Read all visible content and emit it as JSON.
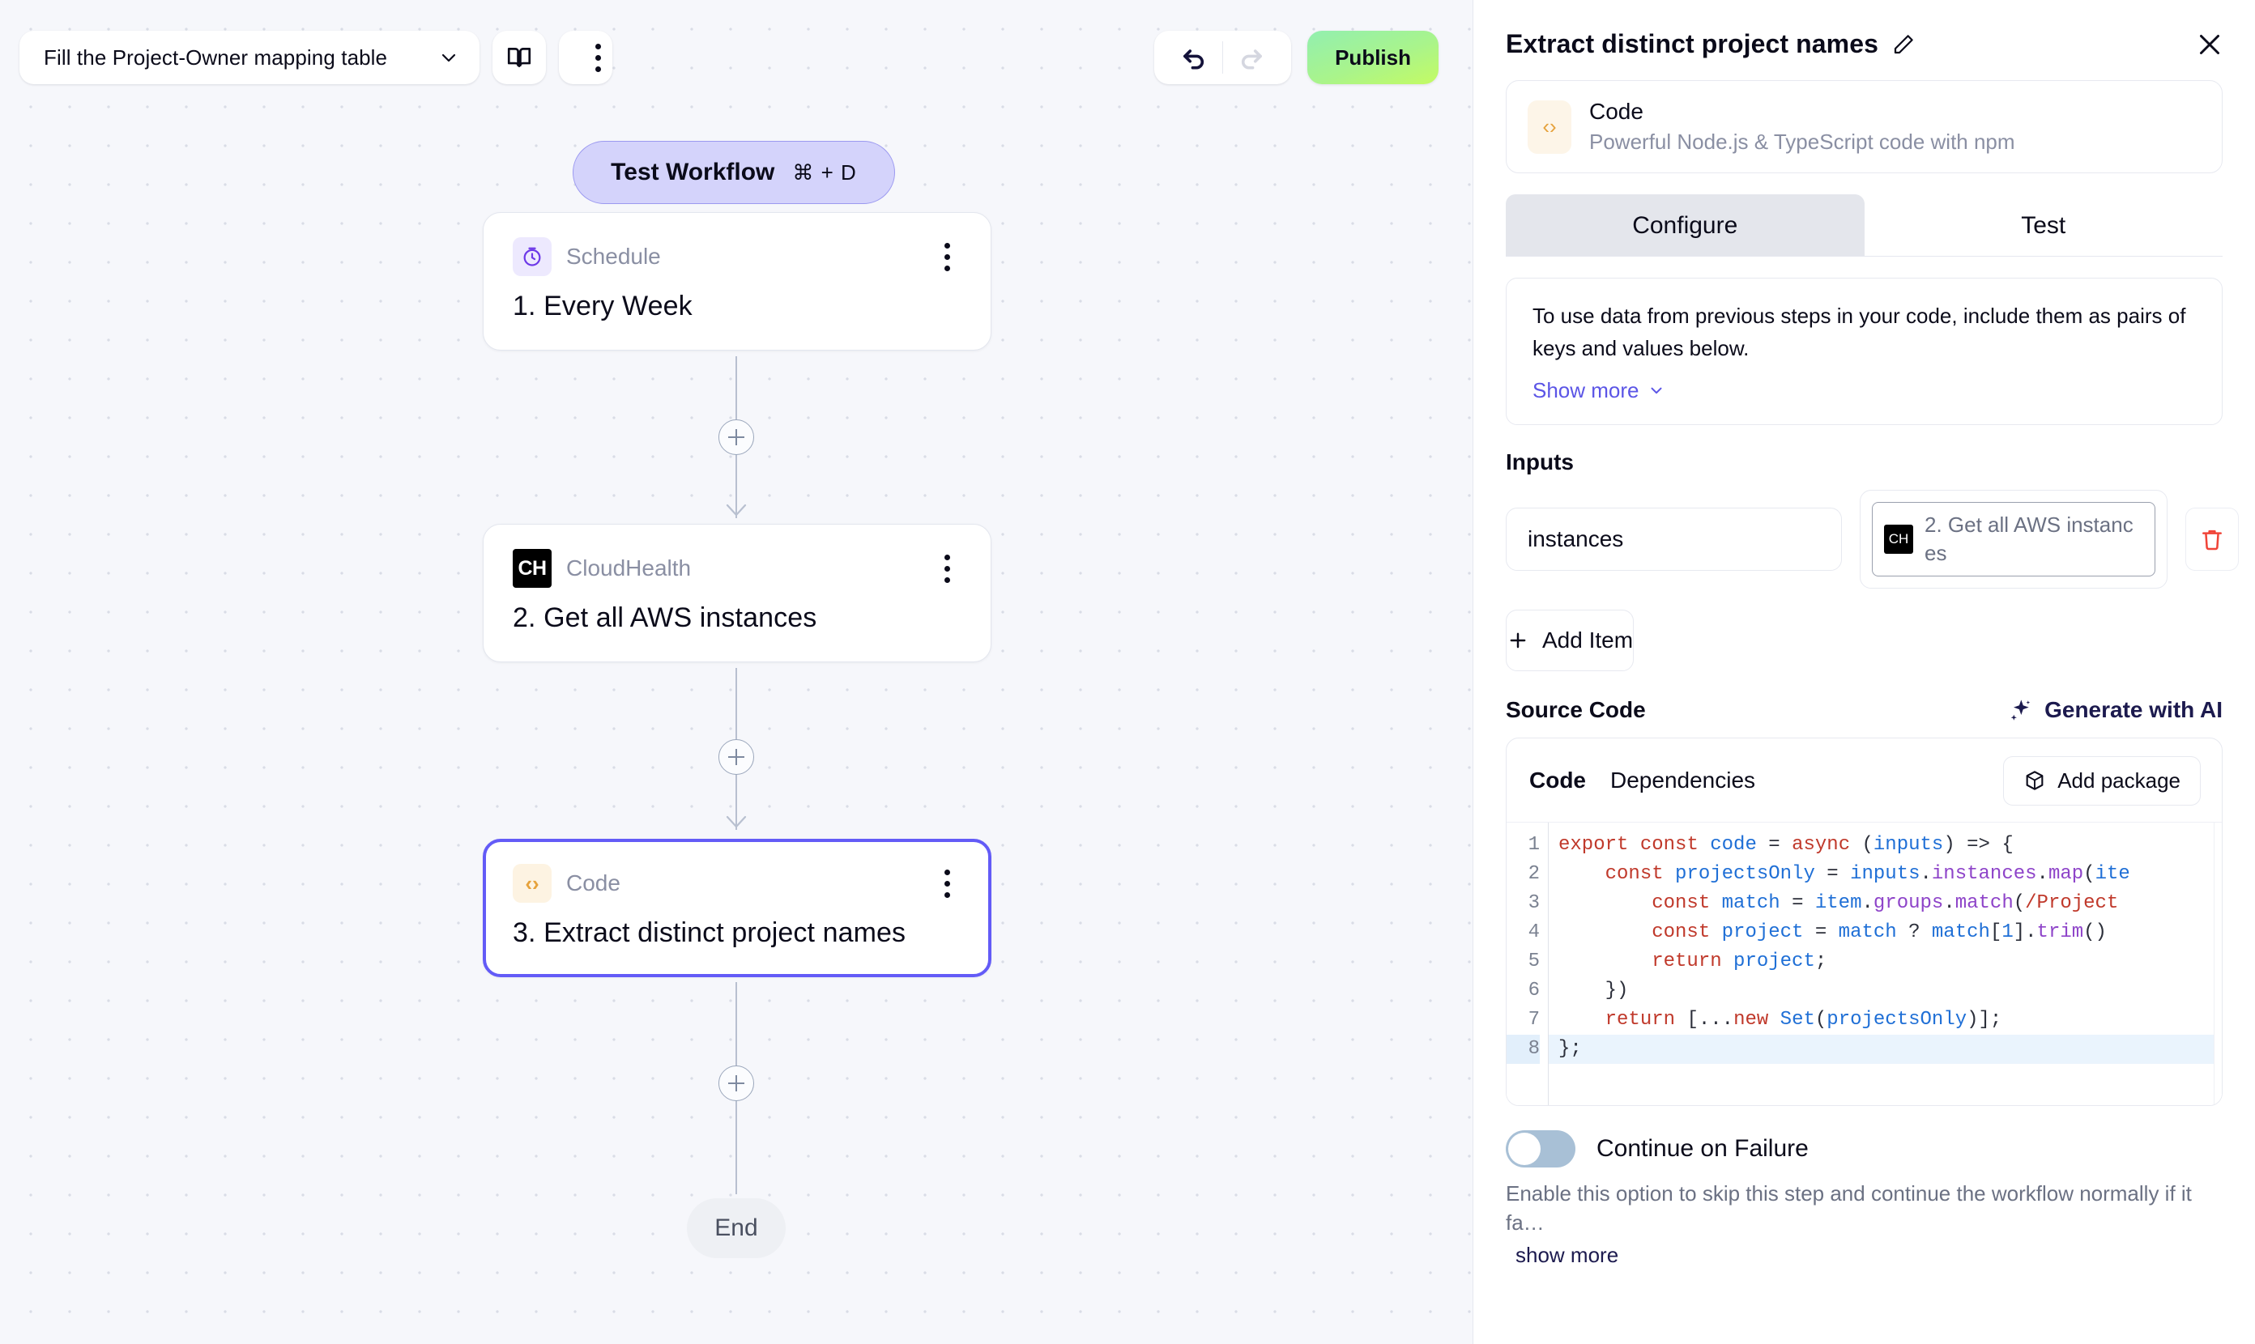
{
  "toolbar": {
    "workflow_name": "Fill the Project-Owner mapping table",
    "chevron_icon": "chevron-down-icon",
    "docs_icon": "book-icon",
    "more_icon": "kebab-menu-icon",
    "undo_icon": "undo-arrow-icon",
    "redo_icon": "redo-arrow-icon",
    "publish_label": "Publish",
    "publish_color": "#b6f56a"
  },
  "canvas": {
    "test_button": {
      "label": "Test Workflow",
      "shortcut": "⌘ + D",
      "bg": "#d4d3fb",
      "border": "#9b99f0"
    },
    "nodes": [
      {
        "type": "Schedule",
        "title": "1. Every Week",
        "badge": "clock-icon",
        "badge_text": "",
        "badge_bg": "#ede9fe",
        "selected": false
      },
      {
        "type": "CloudHealth",
        "title": "2. Get all AWS instances",
        "badge": "cloudhealth-logo",
        "badge_text": "CH",
        "badge_bg": "#000000",
        "selected": false
      },
      {
        "type": "Code",
        "title": "3. Extract distinct project names",
        "badge": "code-brackets-icon",
        "badge_text": "‹›",
        "badge_bg": "#fdf3e2",
        "selected": true
      }
    ],
    "add_step_icon": "plus-icon",
    "end_label": "End",
    "selected_border_color": "#635bf7"
  },
  "panel": {
    "title": "Extract distinct project names",
    "edit_icon": "pencil-icon",
    "close_icon": "close-icon",
    "node_card": {
      "icon": "code-brackets-icon",
      "icon_text": "‹›",
      "name": "Code",
      "description": "Powerful Node.js & TypeScript code with npm"
    },
    "tabs": [
      {
        "label": "Configure",
        "active": true
      },
      {
        "label": "Test",
        "active": false
      }
    ],
    "hint": {
      "text": "To use data from previous steps in your code, include them as pairs of keys and values below.",
      "show_more": "Show more",
      "chevron_icon": "chevron-down-icon",
      "link_color": "#5b55e6"
    },
    "inputs": {
      "label": "Inputs",
      "rows": [
        {
          "key_value": "instances",
          "chip_badge": "CH",
          "chip_label": "2. Get all AWS instances",
          "delete_icon": "trash-icon",
          "delete_color": "#f04438"
        }
      ],
      "add_item_label": "Add Item",
      "add_item_icon": "plus-icon"
    },
    "source_code": {
      "label": "Source Code",
      "generate_ai_label": "Generate with AI",
      "generate_ai_icon": "sparkle-icon",
      "editor_tabs": [
        {
          "label": "Code",
          "active": true
        },
        {
          "label": "Dependencies",
          "active": false
        }
      ],
      "add_package_label": "Add package",
      "add_package_icon": "package-icon",
      "current_line": 8,
      "lines": [
        {
          "n": 1,
          "tokens": [
            {
              "t": "export ",
              "c": "kw"
            },
            {
              "t": "const ",
              "c": "kw"
            },
            {
              "t": "code ",
              "c": "var"
            },
            {
              "t": "= ",
              "c": "plain"
            },
            {
              "t": "async ",
              "c": "kw"
            },
            {
              "t": "(",
              "c": "plain"
            },
            {
              "t": "inputs",
              "c": "var"
            },
            {
              "t": ") ",
              "c": "plain"
            },
            {
              "t": "=> ",
              "c": "plain"
            },
            {
              "t": "{",
              "c": "plain"
            }
          ]
        },
        {
          "n": 2,
          "tokens": [
            {
              "t": "    ",
              "c": "plain"
            },
            {
              "t": "const ",
              "c": "kw"
            },
            {
              "t": "projectsOnly ",
              "c": "var"
            },
            {
              "t": "= ",
              "c": "plain"
            },
            {
              "t": "inputs",
              "c": "var"
            },
            {
              "t": ".",
              "c": "plain"
            },
            {
              "t": "instances",
              "c": "prop"
            },
            {
              "t": ".",
              "c": "plain"
            },
            {
              "t": "map",
              "c": "prop"
            },
            {
              "t": "(",
              "c": "plain"
            },
            {
              "t": "ite",
              "c": "var"
            }
          ]
        },
        {
          "n": 3,
          "tokens": [
            {
              "t": "        ",
              "c": "plain"
            },
            {
              "t": "const ",
              "c": "kw"
            },
            {
              "t": "match ",
              "c": "var"
            },
            {
              "t": "= ",
              "c": "plain"
            },
            {
              "t": "item",
              "c": "var"
            },
            {
              "t": ".",
              "c": "plain"
            },
            {
              "t": "groups",
              "c": "prop"
            },
            {
              "t": ".",
              "c": "plain"
            },
            {
              "t": "match",
              "c": "prop"
            },
            {
              "t": "(",
              "c": "plain"
            },
            {
              "t": "/Project",
              "c": "kw"
            }
          ]
        },
        {
          "n": 4,
          "tokens": [
            {
              "t": "        ",
              "c": "plain"
            },
            {
              "t": "const ",
              "c": "kw"
            },
            {
              "t": "project ",
              "c": "var"
            },
            {
              "t": "= ",
              "c": "plain"
            },
            {
              "t": "match ",
              "c": "var"
            },
            {
              "t": "? ",
              "c": "plain"
            },
            {
              "t": "match",
              "c": "var"
            },
            {
              "t": "[",
              "c": "plain"
            },
            {
              "t": "1",
              "c": "num"
            },
            {
              "t": "]",
              "c": "plain"
            },
            {
              "t": ".",
              "c": "plain"
            },
            {
              "t": "trim",
              "c": "prop"
            },
            {
              "t": "()",
              "c": "plain"
            }
          ]
        },
        {
          "n": 5,
          "tokens": [
            {
              "t": "        ",
              "c": "plain"
            },
            {
              "t": "return ",
              "c": "kw"
            },
            {
              "t": "project",
              "c": "var"
            },
            {
              "t": ";",
              "c": "plain"
            }
          ]
        },
        {
          "n": 6,
          "tokens": [
            {
              "t": "    })",
              "c": "plain"
            }
          ]
        },
        {
          "n": 7,
          "tokens": [
            {
              "t": "    ",
              "c": "plain"
            },
            {
              "t": "return ",
              "c": "kw"
            },
            {
              "t": "[",
              "c": "plain"
            },
            {
              "t": "...",
              "c": "plain"
            },
            {
              "t": "new ",
              "c": "kw"
            },
            {
              "t": "Set",
              "c": "var"
            },
            {
              "t": "(",
              "c": "plain"
            },
            {
              "t": "projectsOnly",
              "c": "var"
            },
            {
              "t": ")];",
              "c": "plain"
            }
          ]
        },
        {
          "n": 8,
          "tokens": [
            {
              "t": "};",
              "c": "plain"
            }
          ]
        }
      ]
    },
    "continue_on_failure": {
      "label": "Continue on Failure",
      "enabled": false,
      "description": "Enable this option to skip this step and continue the workflow normally if it fa…",
      "show_more": "show more"
    }
  }
}
